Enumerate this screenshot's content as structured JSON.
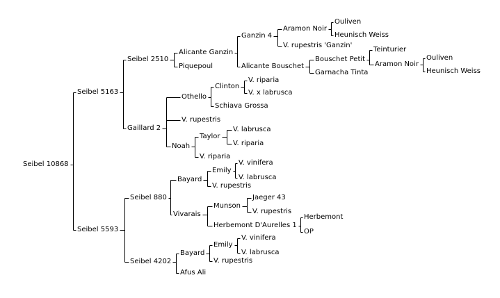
{
  "tree": {
    "label": "Seibel 10868",
    "children": [
      {
        "label": "Seibel 5163",
        "children": [
          {
            "label": "Seibel 2510",
            "children": [
              {
                "label": "Alicante Ganzin",
                "children": [
                  {
                    "label": "Ganzin 4",
                    "children": [
                      {
                        "label": "Aramon Noir",
                        "children": [
                          {
                            "label": "Ouliven"
                          },
                          {
                            "label": "Heunisch Weiss"
                          }
                        ]
                      },
                      {
                        "label": "V. rupestris 'Ganzin'"
                      }
                    ]
                  },
                  {
                    "label": "Alicante Bouschet",
                    "children": [
                      {
                        "label": "Bouschet Petit",
                        "children": [
                          {
                            "label": "Teinturier"
                          },
                          {
                            "label": "Aramon Noir",
                            "children": [
                              {
                                "label": "Ouliven"
                              },
                              {
                                "label": "Heunisch Weiss"
                              }
                            ]
                          }
                        ]
                      },
                      {
                        "label": "Garnacha Tinta"
                      }
                    ]
                  }
                ]
              },
              {
                "label": "Piquepoul"
              }
            ]
          },
          {
            "label": "Gaillard 2",
            "children": [
              {
                "label": "Othello",
                "children": [
                  {
                    "label": "Clinton",
                    "children": [
                      {
                        "label": "V. riparia"
                      },
                      {
                        "label": "V. x labrusca"
                      }
                    ]
                  },
                  {
                    "label": "Schiava Grossa"
                  }
                ]
              },
              {
                "label": "V. rupestris"
              },
              {
                "label": "Noah",
                "children": [
                  {
                    "label": "Taylor",
                    "children": [
                      {
                        "label": "V. labrusca"
                      },
                      {
                        "label": "V. riparia"
                      }
                    ]
                  },
                  {
                    "label": "V. riparia"
                  }
                ]
              }
            ]
          }
        ]
      },
      {
        "label": "Seibel 5593",
        "children": [
          {
            "label": "Seibel 880",
            "children": [
              {
                "label": "Bayard",
                "children": [
                  {
                    "label": "Emily",
                    "children": [
                      {
                        "label": "V. vinifera"
                      },
                      {
                        "label": "V. labrusca"
                      }
                    ]
                  },
                  {
                    "label": "V. rupestris"
                  }
                ]
              },
              {
                "label": "Vivarais",
                "children": [
                  {
                    "label": "Munson",
                    "children": [
                      {
                        "label": "Jaeger 43"
                      },
                      {
                        "label": "V. rupestris"
                      }
                    ]
                  },
                  {
                    "label": "Herbemont D'Aurelles 1",
                    "children": [
                      {
                        "label": "Herbemont"
                      },
                      {
                        "label": "OP"
                      }
                    ]
                  }
                ]
              }
            ]
          },
          {
            "label": "Seibel 4202",
            "children": [
              {
                "label": "Bayard",
                "children": [
                  {
                    "label": "Emily",
                    "children": [
                      {
                        "label": "V. vinifera"
                      },
                      {
                        "label": "V. labrusca"
                      }
                    ]
                  },
                  {
                    "label": "V. rupestris"
                  }
                ]
              },
              {
                "label": "Afus Ali"
              }
            ]
          }
        ]
      }
    ]
  },
  "colors": {
    "line": "#000000",
    "text": "#000000",
    "background": "#ffffff"
  }
}
